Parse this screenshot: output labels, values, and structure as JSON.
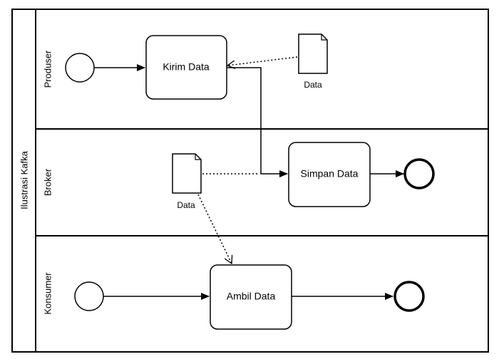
{
  "pool": {
    "title": "Ilustrasi Kafka"
  },
  "lanes": {
    "produser": {
      "label": "Produser"
    },
    "broker": {
      "label": "Broker"
    },
    "konsumer": {
      "label": "Konsumer"
    }
  },
  "tasks": {
    "kirim": {
      "label": "Kirim Data"
    },
    "simpan": {
      "label": "Simpan Data"
    },
    "ambil": {
      "label": "Ambil Data"
    }
  },
  "documents": {
    "produser_doc": {
      "label": "Data"
    },
    "broker_doc": {
      "label": "Data"
    }
  },
  "colors": {
    "stroke": "#000000",
    "fill": "#ffffff"
  }
}
